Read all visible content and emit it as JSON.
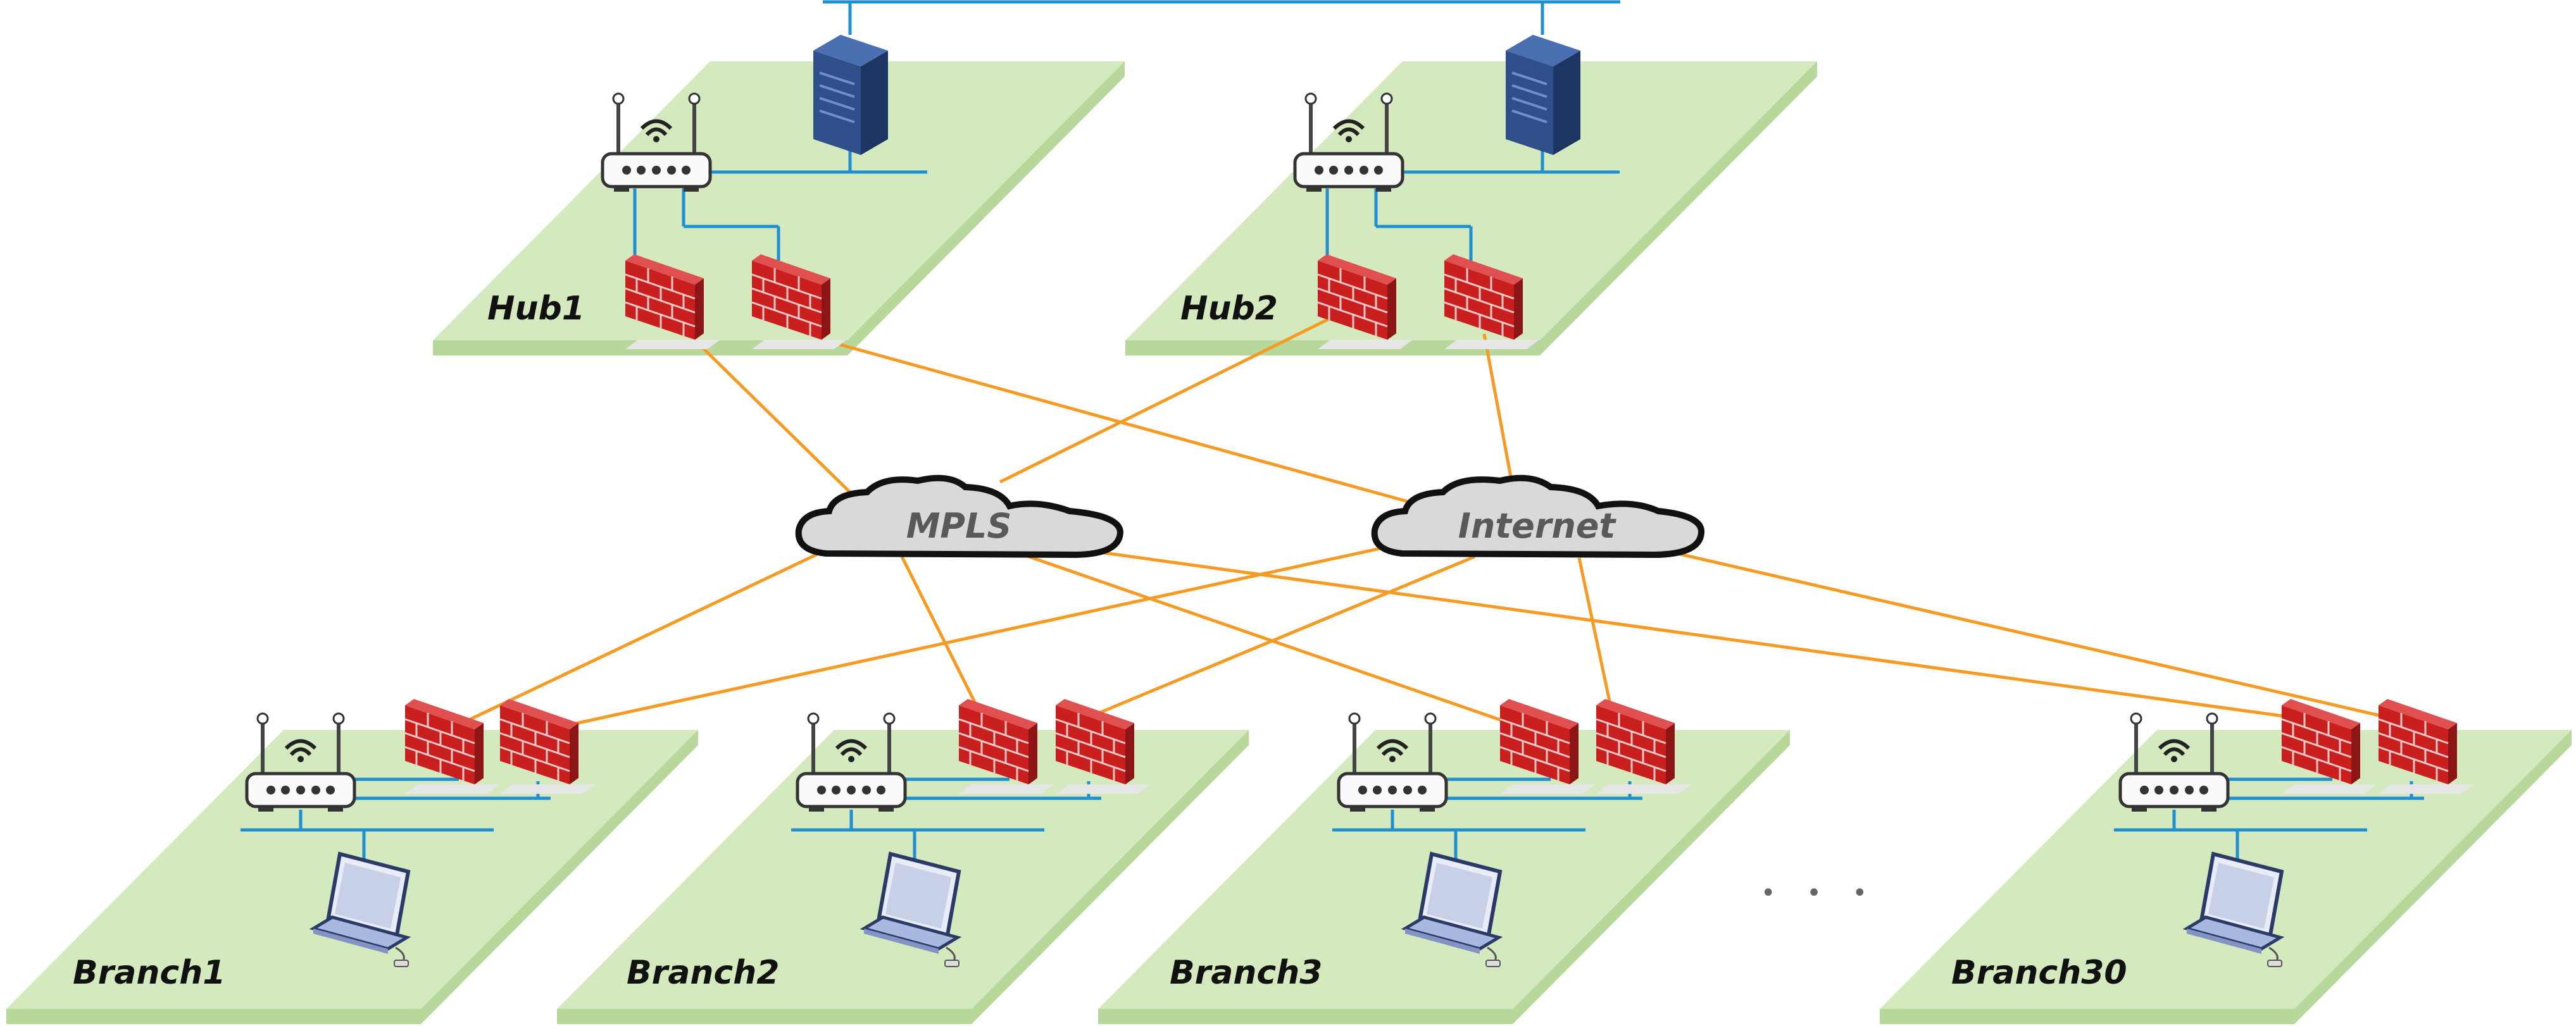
{
  "hubs": [
    {
      "id": "hub1",
      "label": "Hub1"
    },
    {
      "id": "hub2",
      "label": "Hub2"
    }
  ],
  "clouds": [
    {
      "id": "mpls",
      "label": "MPLS"
    },
    {
      "id": "internet",
      "label": "Internet"
    }
  ],
  "branches": [
    {
      "id": "branch1",
      "label": "Branch1"
    },
    {
      "id": "branch2",
      "label": "Branch2"
    },
    {
      "id": "branch3",
      "label": "Branch3"
    },
    {
      "id": "branch30",
      "label": "Branch30"
    }
  ],
  "ellipsis": "• • •",
  "colors": {
    "platform_top": "#d4e9bd",
    "platform_side": "#b7d79b",
    "lan_line": "#1e90d2",
    "wan_line": "#f59a23",
    "cloud_fill": "#d9d9d9",
    "firewall_red": "#d42a2a",
    "server_blue": "#2f4f8a"
  },
  "icons": [
    "router-wifi-icon",
    "firewall-icon",
    "server-icon",
    "laptop-icon",
    "cloud-icon"
  ]
}
